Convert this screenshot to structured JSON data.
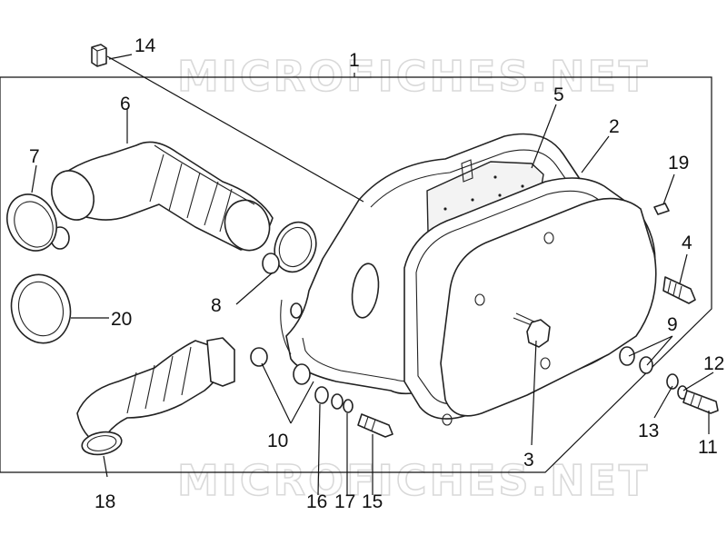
{
  "watermark": {
    "text": "MICROFICHES.NET"
  },
  "labels": {
    "l1": "1",
    "l2": "2",
    "l3": "3",
    "l4": "4",
    "l5": "5",
    "l6": "6",
    "l7": "7",
    "l8": "8",
    "l9": "9",
    "l10": "10",
    "l11": "11",
    "l12": "12",
    "l13": "13",
    "l14": "14",
    "l15": "15",
    "l16": "16",
    "l17": "17",
    "l18": "18",
    "l19": "19",
    "l20": "20"
  }
}
